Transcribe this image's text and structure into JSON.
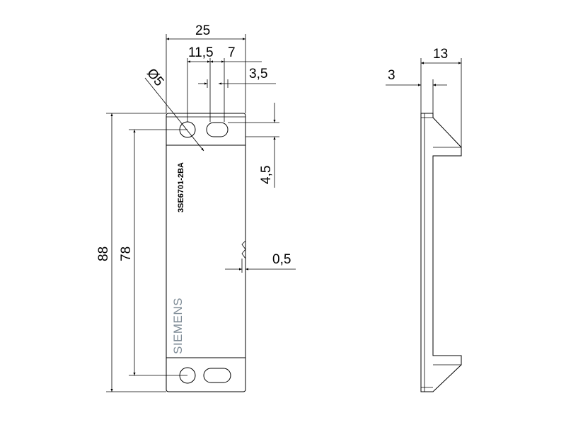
{
  "drawing": {
    "dimensions": {
      "overall_width": "25",
      "hole_spacing": "11,5",
      "slot_length": "7",
      "slot_width": "3,5",
      "hole_diameter": "Ø5",
      "hole_offset": "4,5",
      "overall_height": "88",
      "hole_pitch": "78",
      "recess": "0,5",
      "depth": "13",
      "wall": "3"
    },
    "part_number": "3SE6701-2BA",
    "brand": "SIEMENS"
  }
}
